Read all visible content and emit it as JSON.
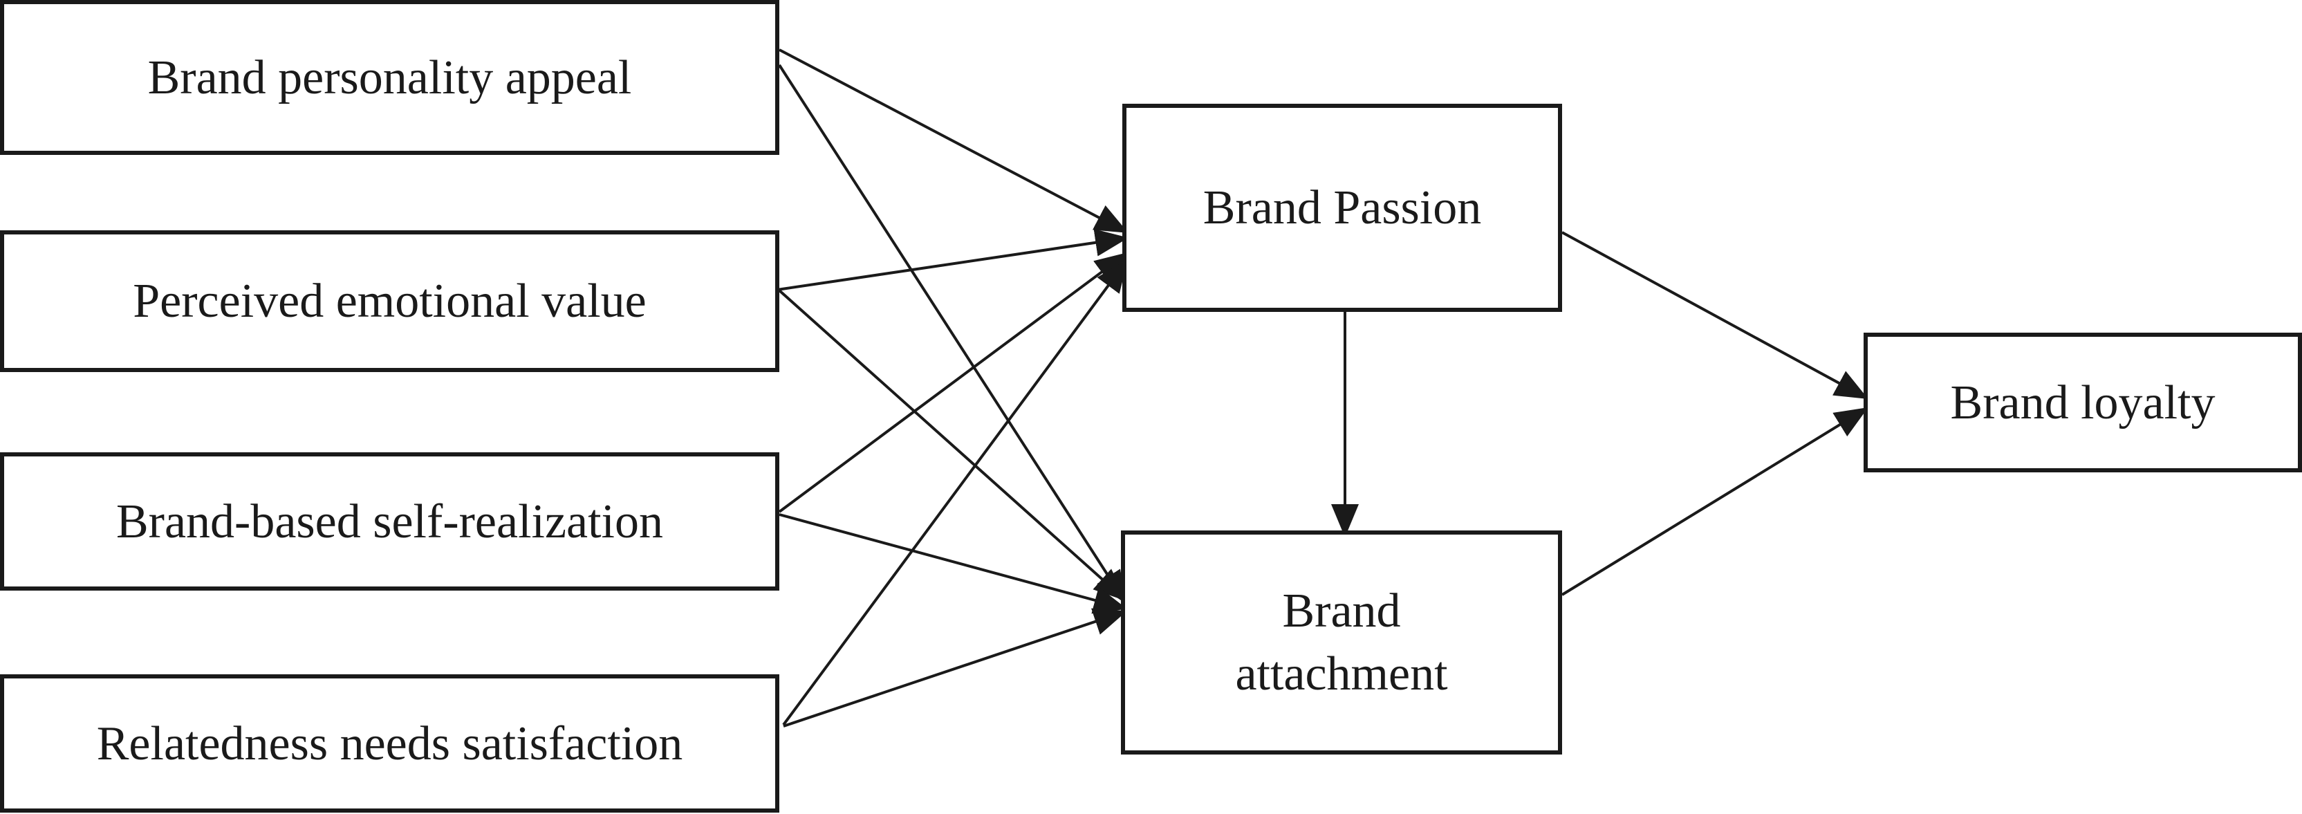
{
  "diagram": {
    "nodes": {
      "brand_personality_appeal": "Brand personality appeal",
      "perceived_emotional_value": "Perceived emotional value",
      "brand_based_self_realization": "Brand-based self-realization",
      "relatedness_needs_satisfaction": "Relatedness needs satisfaction",
      "brand_passion": "Brand Passion",
      "brand_attachment_line1": "Brand",
      "brand_attachment_line2": "attachment",
      "brand_loyalty": "Brand loyalty"
    },
    "edges": [
      {
        "from": "Brand personality appeal",
        "to": "Brand Passion"
      },
      {
        "from": "Brand personality appeal",
        "to": "Brand attachment"
      },
      {
        "from": "Perceived emotional value",
        "to": "Brand Passion"
      },
      {
        "from": "Perceived emotional value",
        "to": "Brand attachment"
      },
      {
        "from": "Brand-based self-realization",
        "to": "Brand Passion"
      },
      {
        "from": "Brand-based self-realization",
        "to": "Brand attachment"
      },
      {
        "from": "Relatedness needs satisfaction",
        "to": "Brand Passion"
      },
      {
        "from": "Relatedness needs satisfaction",
        "to": "Brand attachment"
      },
      {
        "from": "Brand Passion",
        "to": "Brand attachment"
      },
      {
        "from": "Brand Passion",
        "to": "Brand loyalty"
      },
      {
        "from": "Brand attachment",
        "to": "Brand loyalty"
      }
    ],
    "line_color": "#1a1a1a"
  }
}
